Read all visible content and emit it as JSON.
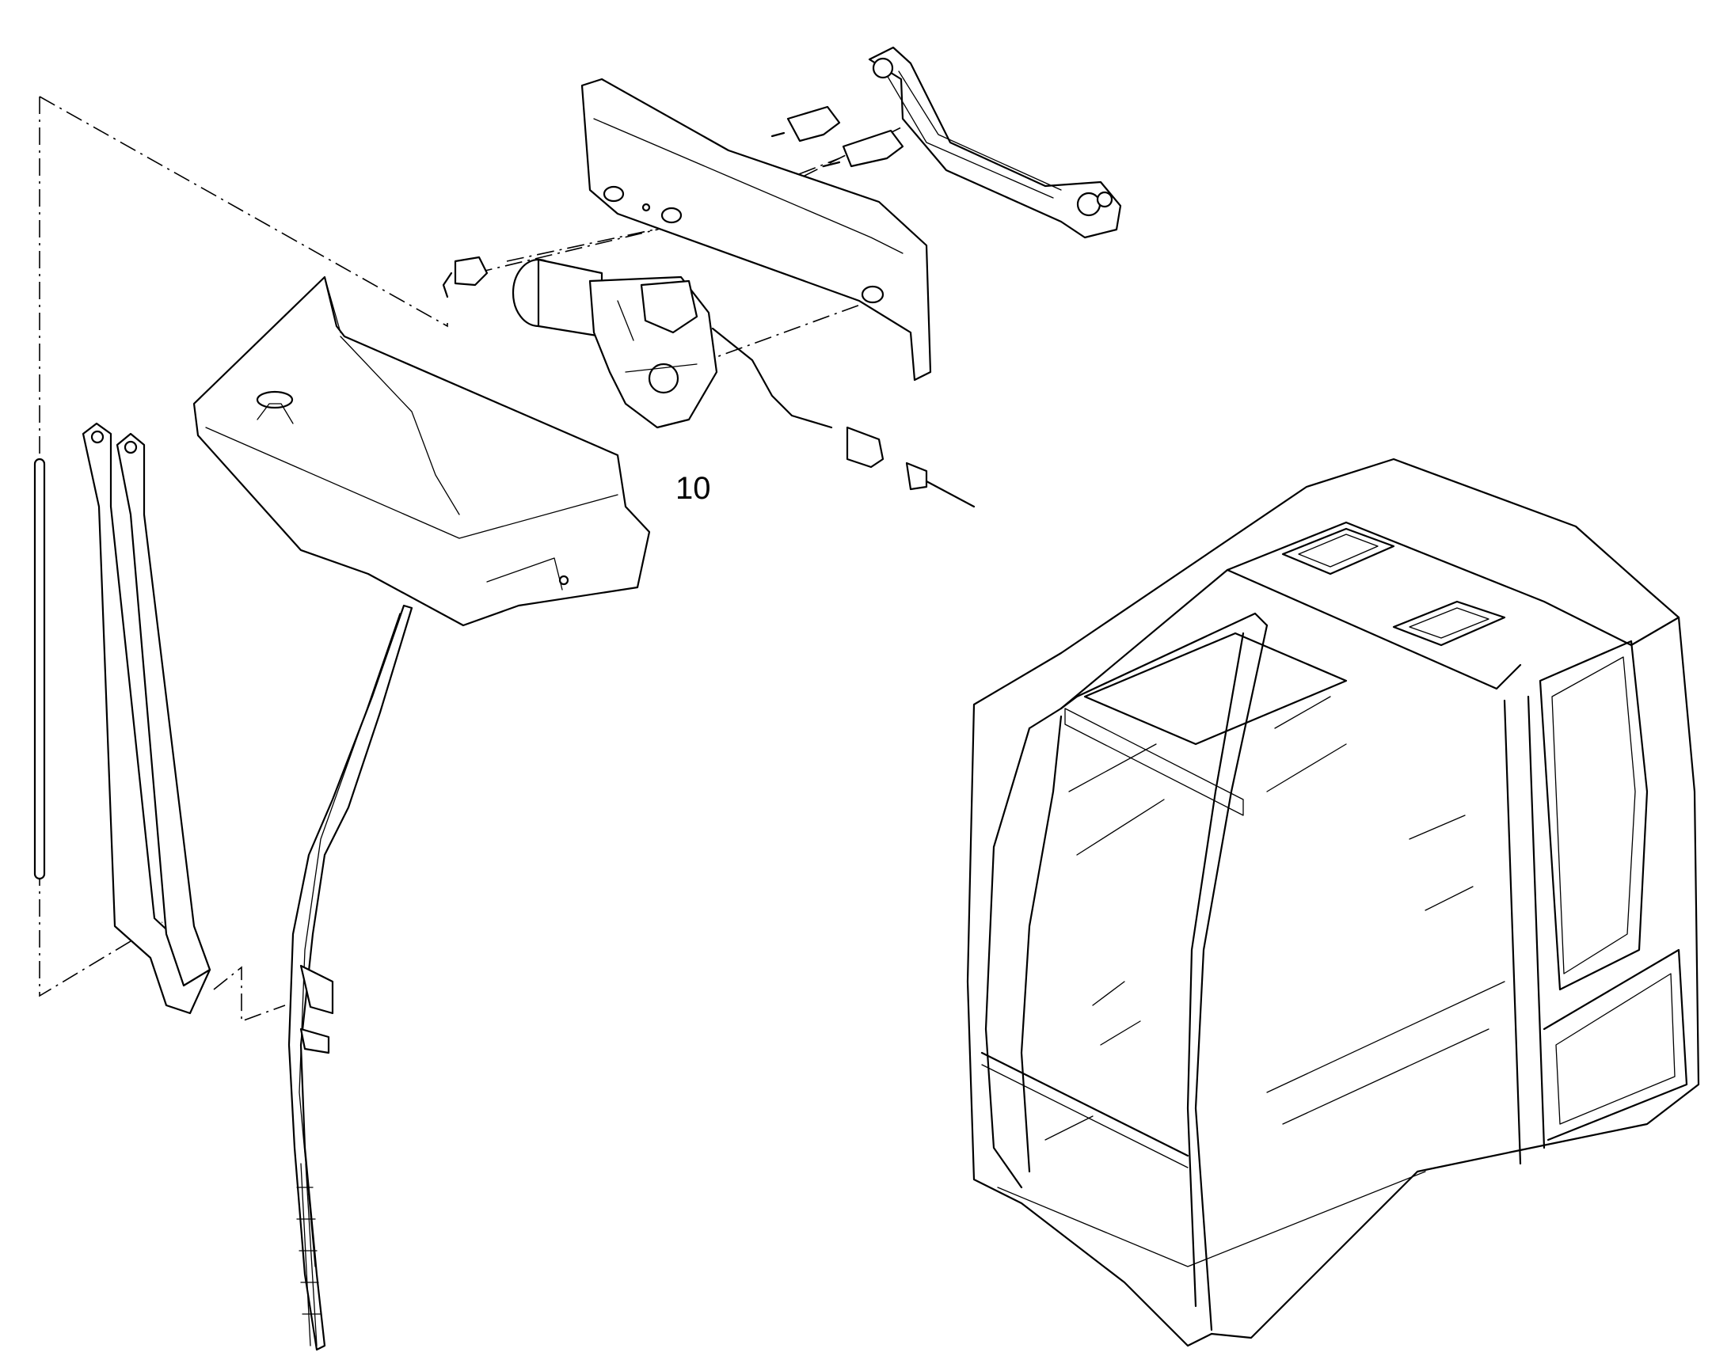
{
  "diagram": {
    "callouts": [
      {
        "id": "motor",
        "text": "10"
      }
    ],
    "parts": [
      "wiper-linkage",
      "mounting-plate",
      "pivot-shaft",
      "hose-connector",
      "wiper-motor",
      "electrical-connector",
      "motor-cover",
      "washer-tube",
      "wiper-arm",
      "wiper-blade",
      "operator-cab"
    ]
  }
}
